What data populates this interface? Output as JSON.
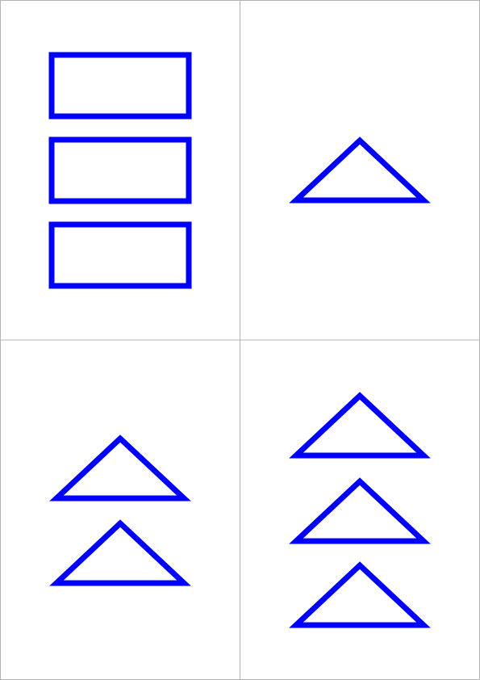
{
  "colors": {
    "shape_stroke": "#0000ff",
    "grid_line": "#b3b3b3",
    "background": "#ffffff"
  },
  "panels": [
    {
      "shape": "rectangle",
      "count": 3
    },
    {
      "shape": "triangle",
      "count": 1
    },
    {
      "shape": "triangle",
      "count": 2
    },
    {
      "shape": "triangle",
      "count": 3
    }
  ]
}
